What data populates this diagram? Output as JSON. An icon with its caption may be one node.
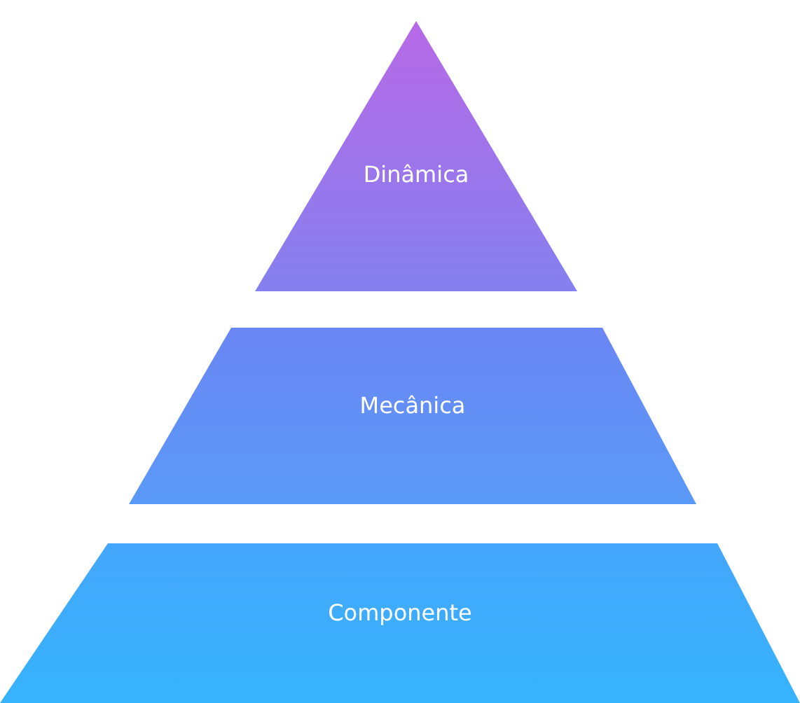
{
  "diagram": {
    "nodes": [
      {
        "text": [
          "Dinâmica"
        ]
      },
      {
        "text": [
          "Mecânica"
        ]
      },
      {
        "text": [
          "Componente"
        ]
      }
    ]
  }
}
